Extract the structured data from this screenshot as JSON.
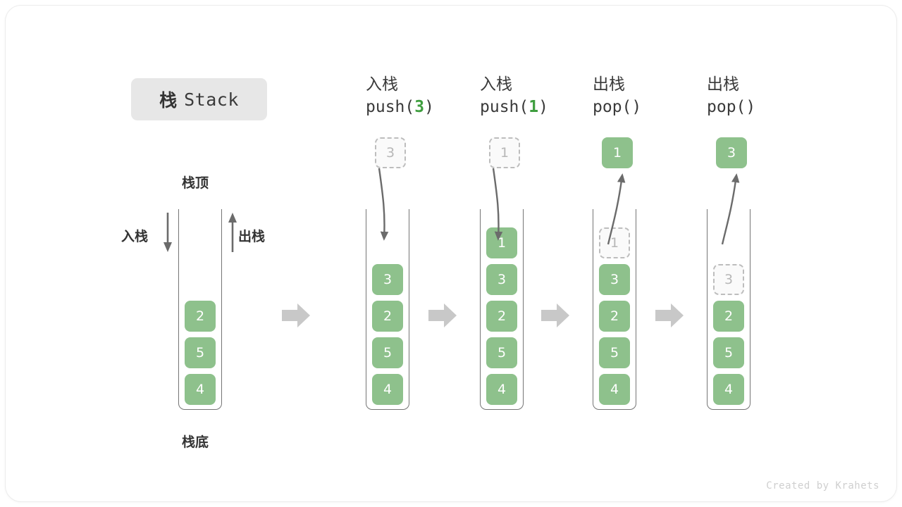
{
  "title": {
    "cn": "栈",
    "en": "Stack"
  },
  "labels": {
    "top": "栈顶",
    "bottom": "栈底",
    "push": "入栈",
    "pop": "出栈"
  },
  "colors": {
    "element": "#8ec18c",
    "ghost_fill": "#fafafa",
    "ghost_border": "#bdbdbd",
    "arrow": "#6b6b6b",
    "transition_arrow": "#c8c8c8",
    "badge": "#e7e7e7",
    "text": "#333333",
    "arg_green": "#3f9e3f"
  },
  "credit": "Created by Krahets",
  "initial_stack": {
    "values": [
      "2",
      "5",
      "4"
    ]
  },
  "columns": [
    {
      "op": "入栈",
      "call_prefix": "push(",
      "call_arg": "3",
      "call_suffix": ")",
      "action": "push",
      "float_value": "3",
      "float_state": "ghost",
      "stack": [
        {
          "value": "3",
          "state": "filled"
        },
        {
          "value": "2",
          "state": "filled"
        },
        {
          "value": "5",
          "state": "filled"
        },
        {
          "value": "4",
          "state": "filled"
        }
      ]
    },
    {
      "op": "入栈",
      "call_prefix": "push(",
      "call_arg": "1",
      "call_suffix": ")",
      "action": "push",
      "float_value": "1",
      "float_state": "ghost",
      "stack": [
        {
          "value": "1",
          "state": "filled"
        },
        {
          "value": "3",
          "state": "filled"
        },
        {
          "value": "2",
          "state": "filled"
        },
        {
          "value": "5",
          "state": "filled"
        },
        {
          "value": "4",
          "state": "filled"
        }
      ]
    },
    {
      "op": "出栈",
      "call_prefix": "pop(",
      "call_arg": "",
      "call_suffix": ")",
      "action": "pop",
      "float_value": "1",
      "float_state": "filled",
      "stack": [
        {
          "value": "1",
          "state": "ghost"
        },
        {
          "value": "3",
          "state": "filled"
        },
        {
          "value": "2",
          "state": "filled"
        },
        {
          "value": "5",
          "state": "filled"
        },
        {
          "value": "4",
          "state": "filled"
        }
      ]
    },
    {
      "op": "出栈",
      "call_prefix": "pop(",
      "call_arg": "",
      "call_suffix": ")",
      "action": "pop",
      "float_value": "3",
      "float_state": "filled",
      "stack": [
        {
          "value": "3",
          "state": "ghost"
        },
        {
          "value": "2",
          "state": "filled"
        },
        {
          "value": "5",
          "state": "filled"
        },
        {
          "value": "4",
          "state": "filled"
        }
      ]
    }
  ]
}
